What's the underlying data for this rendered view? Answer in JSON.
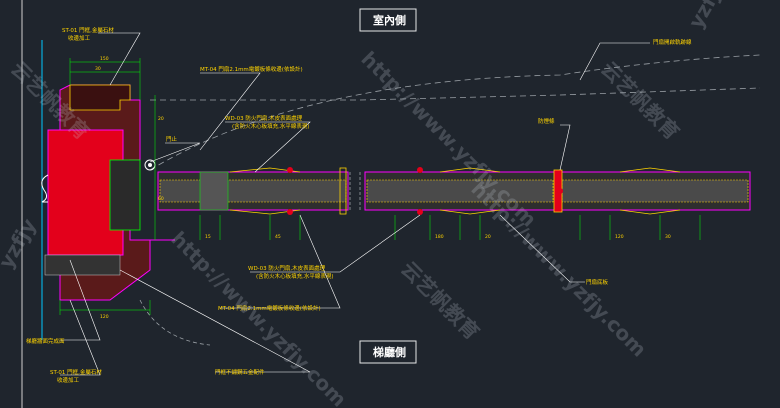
{
  "titles": {
    "top": "室內側",
    "bottom": "梯廳側"
  },
  "labels": {
    "st01_top_l1": "ST-01 門框,金屬石材",
    "st01_top_l2": "收邊加工",
    "mt04_top": "MT-04 門扇2.1mm電鍍板條收邊(依設計)",
    "wd03_top_l1": "WD-03 防火門扇,木皮表面處理",
    "wd03_top_l2": "(含防火木心板填充,水平線表現)",
    "door_stop": "門止",
    "open_track": "門扇開啟軌跡線",
    "red_seal": "防煙條",
    "bottom_plate": "門扇底板",
    "wd03_bot_l1": "WD-03 防火門扇,木皮表面處理",
    "wd03_bot_l2": "(含防火木心板填充,水平線表現)",
    "mt04_bot": "MT-04 門扇2.1mm電鍍板條收邊(依設計)",
    "left_mid": "梯廳牆面完成面",
    "st01_bot_l1": "ST-01 門框,金屬石材",
    "st01_bot_l2": "收邊加工",
    "frame_hw": "門框不鏽鋼五金配件"
  },
  "dims": [
    "150",
    "30",
    "20",
    "60",
    "120",
    "15",
    "45",
    "180",
    "20",
    "120",
    "30"
  ],
  "watermarks": [
    "http://www.yzfjy.com",
    "云艺帆教育",
    "yzfjy"
  ],
  "colors": {
    "frame_red": "#e3001b",
    "magenta": "#ff00ff",
    "yellow": "#ffd400",
    "cyan": "#00c8ff",
    "green": "#00ff00"
  }
}
